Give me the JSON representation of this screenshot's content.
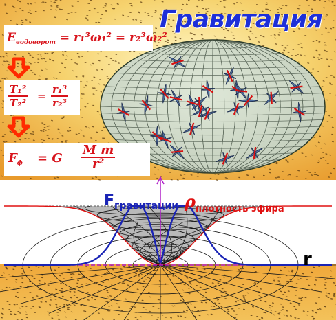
{
  "title": "Гравитация",
  "formulas": {
    "energy": {
      "lhs": "E",
      "lhs_sub": "водоворот",
      "rhs": "= r₁³ω₁² = r₂³ω₂²"
    },
    "kepler": {
      "num_left": "T₁²",
      "den_left": "T₂²",
      "eq": "=",
      "num_right": "r₁³",
      "den_right": "r₂³"
    },
    "newton": {
      "lhs": "F",
      "lhs_sub": "ф",
      "eq": "= G",
      "num": "M  m",
      "den": "r²"
    }
  },
  "graph": {
    "force_label": "F",
    "force_sub": "гравитации",
    "density_label": "ρ",
    "density_sub": "плотность эфира",
    "axis_label": "r"
  },
  "colors": {
    "force": "#1a24b5",
    "density": "#e01010",
    "arrow": "#ff2a00",
    "axis": "#b020c8",
    "background": "#f2b74a"
  },
  "icons": [
    "down-arrow-icon",
    "down-arrow-icon"
  ]
}
